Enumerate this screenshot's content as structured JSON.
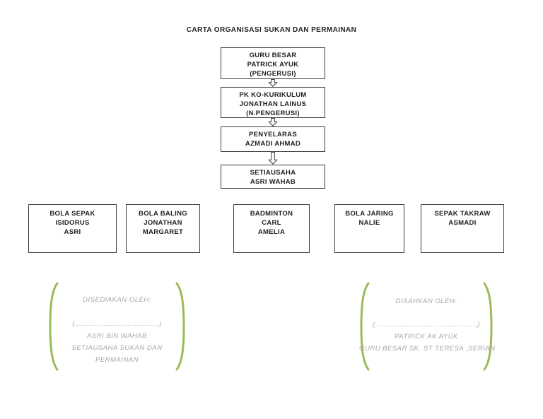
{
  "title": "CARTA ORGANISASI SUKAN DAN PERMAINAN",
  "hierarchy": [
    {
      "role": "pengerusi",
      "lines": [
        "GURU BESAR",
        "PATRICK AYUK",
        "(PENGERUSI)"
      ]
    },
    {
      "role": "n-pengerusi",
      "lines": [
        "PK KO-KURIKULUM",
        "JONATHAN LAINUS",
        "(N.PENGERUSI)"
      ]
    },
    {
      "role": "penyelaras",
      "lines": [
        "PENYELARAS",
        "AZMADI AHMAD"
      ]
    },
    {
      "role": "setiausaha",
      "lines": [
        "SETIAUSAHA",
        "ASRI WAHAB"
      ]
    }
  ],
  "committees": [
    {
      "lines": [
        "BOLA SEPAK",
        "ISIDORUS",
        "ASRI"
      ]
    },
    {
      "lines": [
        "BOLA BALING",
        "JONATHAN",
        "MARGARET"
      ]
    },
    {
      "lines": [
        "BADMINTON",
        "CARL",
        "AMELIA"
      ]
    },
    {
      "lines": [
        "BOLA JARING",
        "NALIE"
      ]
    },
    {
      "lines": [
        "SEPAK TAKRAW",
        "ASMADI"
      ]
    }
  ],
  "signatures": {
    "left": {
      "heading": "DISEDIAKAN OLEH:",
      "signature_line": "(......................................)",
      "lines": [
        "ASRI BIN WAHAB",
        "SETIAUSAHA SUKAN DAN",
        "PERMAINAN"
      ]
    },
    "right": {
      "heading": "DISAHKAN OLEH:",
      "signature_line": "(..............................................)",
      "lines": [
        "PATRICK AK AYUK",
        "GURU BESAR SK. ST TERESA ,SERIAN"
      ]
    }
  },
  "colors": {
    "bracket_green": "#9bbb59",
    "signature_gray": "#a6a6a6",
    "box_border": "#3d3d3d",
    "text": "#1f1f1f",
    "background": "#ffffff"
  }
}
